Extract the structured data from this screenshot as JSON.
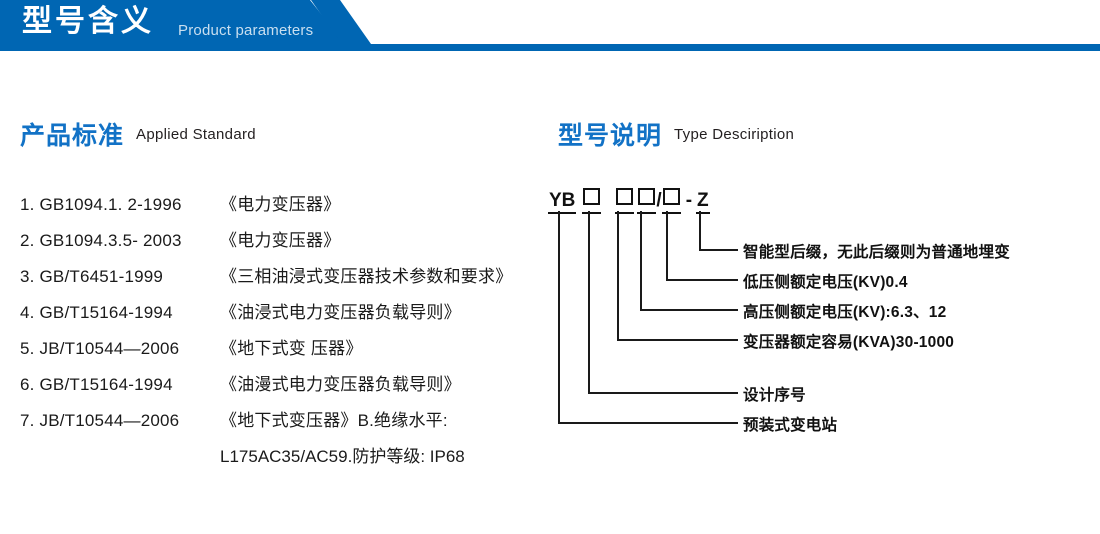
{
  "header": {
    "title_cn": "型号含义",
    "title_en": "Product parameters",
    "bar_color": "#0066B3"
  },
  "sections": {
    "standard": {
      "title_cn": "产品标准",
      "title_en": "Applied Standard",
      "accent_color": "#1272c6"
    },
    "type": {
      "title_cn": "型号说明",
      "title_en": "Type Desciription",
      "accent_color": "#1272c6"
    }
  },
  "standards": [
    {
      "code": "1. GB1094.1. 2-1996",
      "name": "《电力变压器》"
    },
    {
      "code": "2. GB1094.3.5- 2003",
      "name": "《电力变压器》"
    },
    {
      "code": "3. GB/T6451-1999",
      "name": "《三相油浸式变压器技术参数和要求》"
    },
    {
      "code": "4. GB/T15164-1994",
      "name": "《油浸式电力变压器负载导则》"
    },
    {
      "code": "5. JB/T10544—2006",
      "name": "《地下式变 压器》"
    },
    {
      "code": "6. GB/T15164-1994",
      "name": "《油漫式电力变压器负载导则》"
    },
    {
      "code": "7. JB/T10544—2006",
      "name": "《地下式变压器》B.绝缘水平:"
    },
    {
      "code": "",
      "name": "L175AC35/AC59.防护等级: IP68"
    }
  ],
  "model": {
    "code_parts": [
      {
        "kind": "text",
        "value": "YB"
      },
      {
        "kind": "box",
        "value": "□"
      },
      {
        "kind": "box",
        "value": "□"
      },
      {
        "kind": "box",
        "value": "□"
      },
      {
        "kind": "text",
        "value": "/"
      },
      {
        "kind": "box",
        "value": "□"
      },
      {
        "kind": "text",
        "value": "-"
      },
      {
        "kind": "text",
        "value": "Z"
      }
    ],
    "code_display": "YB □ □□/□ - Z",
    "callouts": [
      {
        "label": "智能型后缀，无此后缀则为普通地埋变"
      },
      {
        "label": "低压侧额定电压(KV)0.4"
      },
      {
        "label": "高压侧额定电压(KV):6.3、12"
      },
      {
        "label": "变压器额定容易(KVA)30-1000"
      },
      {
        "label": "设计序号"
      },
      {
        "label": "预装式变电站"
      }
    ]
  }
}
